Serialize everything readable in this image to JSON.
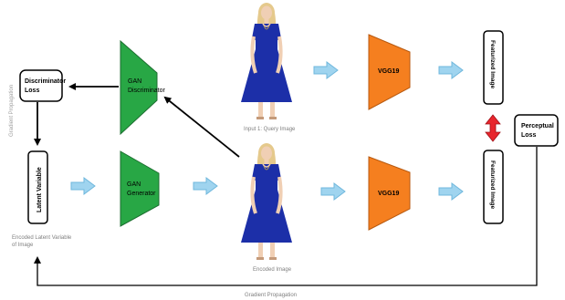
{
  "labels": {
    "discriminator_loss": [
      "Discriminator",
      "Loss"
    ],
    "gan_discriminator": [
      "GAN",
      "Discriminator"
    ],
    "gan_generator": [
      "GAN",
      "Generator"
    ],
    "latent_variable": "Latent Variable",
    "encoded_latent_caption": [
      "Encoded Latent Variable",
      "of Image"
    ],
    "query_caption": "Input 1: Query Image",
    "encoded_caption": "Encoded Image",
    "vgg_top": "VGG19",
    "vgg_bottom": "VGG19",
    "featurized_top": "Featurized Image",
    "featurized_bottom": "Featurized Image",
    "perceptual_loss": [
      "Perceptual",
      "Loss"
    ],
    "gradient_left": "Gradient Propagation",
    "gradient_bottom": "Gradient Propagation"
  },
  "colors": {
    "gan_green": "#28a745",
    "vgg_orange": "#f57f1f",
    "flow_arrow": "#9fd4ef",
    "loss_arrow": "#e8262d",
    "dress_blue": "#1c2fa8",
    "skin": "#f0cfb4",
    "hair": "#e5c98c"
  },
  "icons": {
    "person": "woman-in-blue-dress-photo"
  }
}
